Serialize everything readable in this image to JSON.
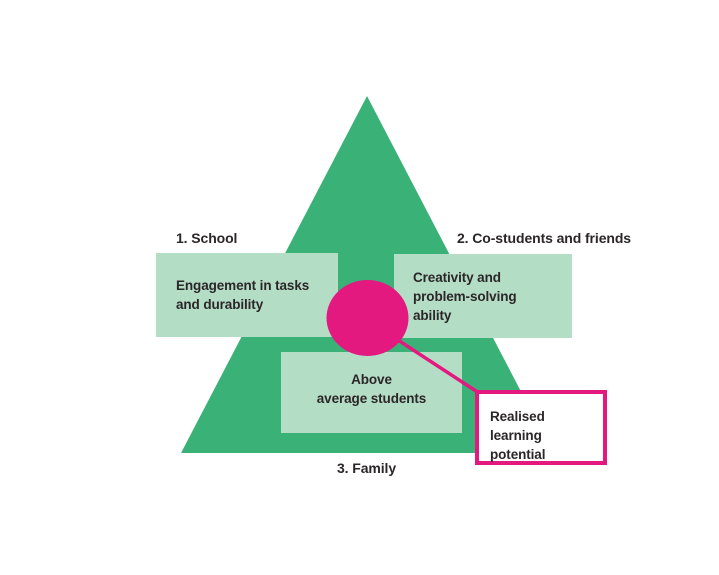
{
  "diagram": {
    "outer_labels": {
      "school": "1. School",
      "co_students": "2. Co-students and friends",
      "family": "3. Family"
    },
    "boxes": {
      "school": {
        "lines": [
          "Engagement in tasks",
          "and durability"
        ]
      },
      "co_students": {
        "lines": [
          "Creativity and",
          "problem-solving",
          "ability"
        ]
      },
      "family": {
        "lines": [
          "Above",
          "average students"
        ]
      }
    },
    "callout": {
      "lines": [
        "Realised learning",
        "potential"
      ]
    },
    "colors": {
      "triangle_green": "#3ab177",
      "box_light_green": "#b4ddc6",
      "accent_pink": "#e31980",
      "text": "#2b2627",
      "background": "#ffffff"
    }
  }
}
